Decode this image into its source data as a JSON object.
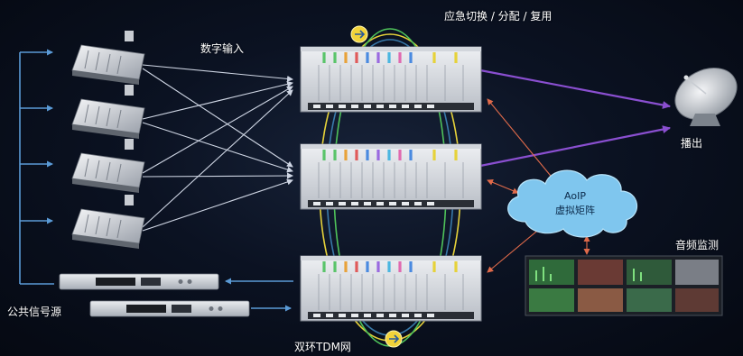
{
  "labels": {
    "top_title": "应急切换 / 分配 / 复用",
    "digital_input": "数字输入",
    "broadcast_out": "播出",
    "aoip_line1": "AoIP",
    "aoip_line2": "虚拟矩阵",
    "audio_monitoring": "音频监测",
    "public_signal_source": "公共信号源",
    "dual_ring_tdm": "双环TDM网"
  },
  "colors": {
    "background": "#050912",
    "cross_lines": "#cfd6e4",
    "feedback_arrows": "#5a9ad6",
    "broadcast_arrows": "#8a4fd0",
    "aoip_arrows": "#e06a4a",
    "ring_yellow": "#e6d23a",
    "ring_green": "#4fc35a",
    "ring_blue": "#4aa3e0",
    "cloud": "#7fc6ee",
    "switch_icon": "#f2d33a"
  },
  "icons": {
    "satellite": "satellite-dish-icon",
    "cloud": "cloud-icon",
    "switch": "ring-switch-icon",
    "console": "mixing-console-icon",
    "rack": "equipment-rack-icon",
    "monitor": "monitor-wall-icon"
  }
}
